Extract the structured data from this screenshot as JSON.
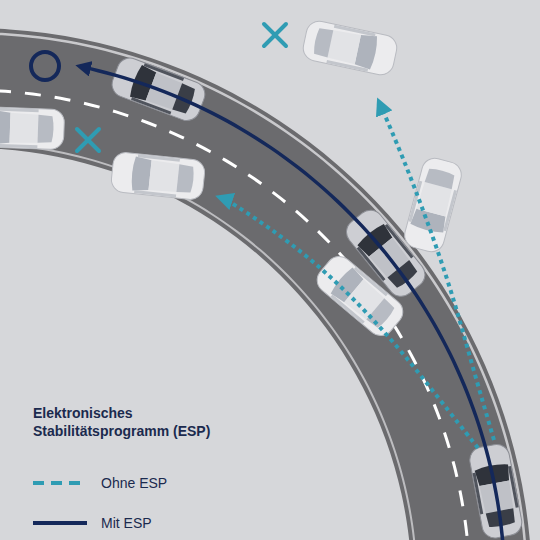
{
  "diagram": {
    "title": "Elektronisches Stabilitätsprogramm (ESP)",
    "legend": [
      {
        "text": "Ohne ESP"
      },
      {
        "text": "Mit ESP"
      }
    ]
  }
}
